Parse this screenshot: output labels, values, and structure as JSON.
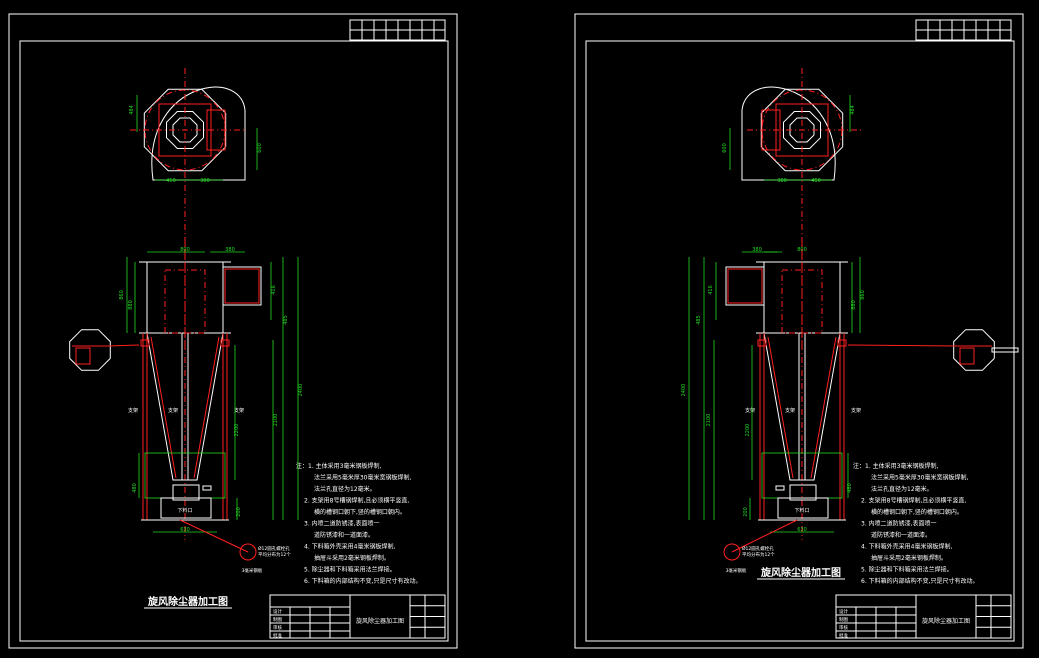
{
  "sheets": [
    {
      "title": "旋风除尘器加工图",
      "block_title": "旋风除尘器加工图",
      "dims": {
        "top_a": "484",
        "top_b": "600",
        "top_c": "450",
        "top_d": "380",
        "body_top": "800",
        "body_right": "380",
        "h1": "860",
        "h2": "880",
        "h3": "416",
        "h4": "485",
        "h5": "2400",
        "h6": "2100",
        "h7": "2200",
        "bottom": "630",
        "skirt": "480",
        "base": "200"
      },
      "labels": {
        "support_l": "支架",
        "support_m": "支架",
        "support_r": "支架",
        "outlet": "下料口",
        "flange": "Ø12圆孔螺栓孔\n平均分布为12个",
        "weld": "3毫米钢板"
      }
    },
    {
      "title": "旋风除尘器加工图",
      "block_title": "旋风除尘器加工图",
      "dims": {
        "top_a": "484",
        "top_b": "600",
        "top_c": "450",
        "top_d": "380",
        "body_top": "800",
        "body_right": "380",
        "h1": "860",
        "h2": "880",
        "h3": "416",
        "h4": "485",
        "h5": "2400",
        "h6": "2100",
        "h7": "2200",
        "bottom": "630",
        "skirt": "480",
        "base": "200"
      },
      "labels": {
        "support_l": "支架",
        "support_m": "支架",
        "support_r": "支架",
        "outlet": "下料口",
        "flange": "Ø12圆孔螺栓孔\n平均分布为12个",
        "weld": "3毫米钢板"
      }
    }
  ],
  "notes": [
    "注：1. 主体采用3毫米钢板焊制,",
    "法兰采用5毫米厚30毫米宽钢板焊制,",
    "法兰孔直径为12毫米。",
    "2. 支架用8号槽钢焊制,且必须横平竖直,",
    "横的槽钢口朝下,竖的槽钢口朝内。",
    "3. 内喷二道防锈漆,表面喷一",
    "道防锈漆和一道面漆。",
    "4. 下料箱外壳采用4毫米钢板焊制,",
    "抽屉斗采用2毫米钢板焊制。",
    "5. 除尘器和下料箱采用法兰焊接。",
    "6. 下料箱的内部结构不变,只是尺寸有改动。"
  ],
  "title_block": {
    "name": "旋风除尘器加工图",
    "rows": [
      "设计",
      "制图",
      "审核",
      "批准"
    ]
  }
}
